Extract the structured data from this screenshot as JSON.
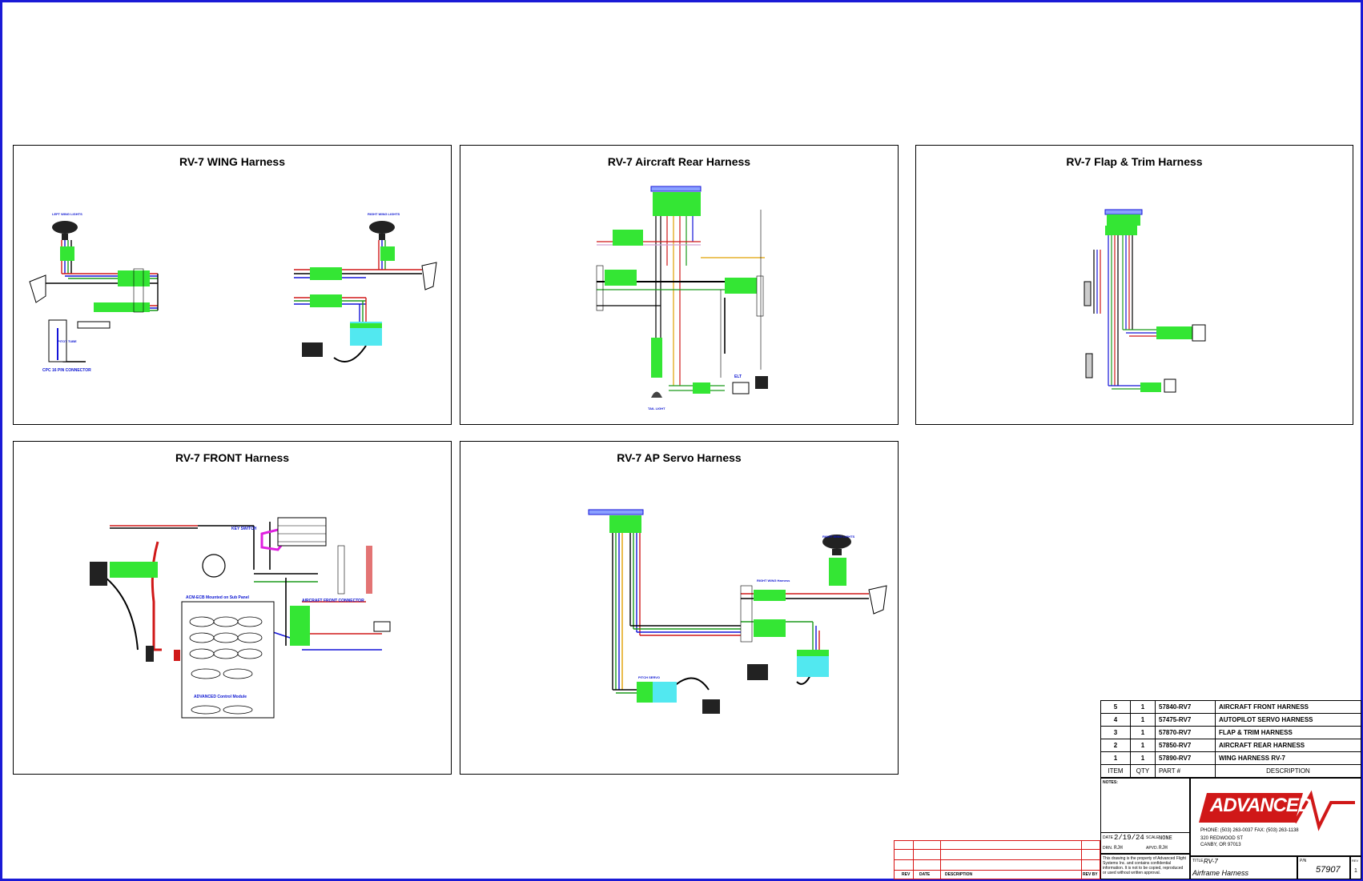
{
  "panels": {
    "wing": {
      "title": "RV-7 WING Harness",
      "labels": {
        "left_lights": "LEFT WING LIGHTS",
        "right_lights": "RIGHT WING LIGHTS",
        "pitot": "PITOT TUBE",
        "cpc": "CPC 16 PIN CONNECTOR"
      }
    },
    "rear": {
      "title": "RV-7 Aircraft Rear Harness",
      "labels": {
        "tail_light": "TAIL LIGHT",
        "elt": "ELT"
      }
    },
    "flap": {
      "title": "RV-7 Flap & Trim Harness"
    },
    "front": {
      "title": "RV-7 FRONT Harness",
      "labels": {
        "key_switch": "KEY SWITCH",
        "acm": "ACM-ECB Mounted on Sub Panel",
        "connector": "AIRCRAFT FRONT CONNECTOR",
        "module": "ADVANCED Control Module"
      }
    },
    "servo": {
      "title": "RV-7 AP Servo Harness",
      "labels": {
        "right_lights": "RIGHT WING LIGHTS",
        "right_wing": "RIGHT WING Harness",
        "pitch_servo": "PITCH SERVO"
      }
    }
  },
  "parts_list": {
    "rows": [
      {
        "item": "5",
        "qty": "1",
        "part": "57840-RV7",
        "desc": "AIRCRAFT FRONT HARNESS"
      },
      {
        "item": "4",
        "qty": "1",
        "part": "57475-RV7",
        "desc": "AUTOPILOT SERVO HARNESS"
      },
      {
        "item": "3",
        "qty": "1",
        "part": "57870-RV7",
        "desc": "FLAP & TRIM HARNESS"
      },
      {
        "item": "2",
        "qty": "1",
        "part": "57850-RV7",
        "desc": "AIRCRAFT REAR HARNESS"
      },
      {
        "item": "1",
        "qty": "1",
        "part": "57890-RV7",
        "desc": "WING HARNESS RV-7"
      }
    ],
    "headers": {
      "item": "ITEM",
      "qty": "QTY",
      "part": "PART #",
      "desc": "DESCRIPTION"
    }
  },
  "title_block": {
    "notes_label": "NOTES:",
    "logo": "ADVANCED",
    "phone": "PHONE: (503) 263-0037  FAX: (503) 263-1138",
    "address1": "320 REDWOOD ST",
    "address2": "CANBY, OR 97013",
    "date_label": "DATE",
    "date": "2/19/24",
    "scale_label": "SCALE",
    "scale": "NONE",
    "drn_label": "DRN.",
    "drn": "RJH",
    "apvd_label": "APVD.",
    "apvd": "RJH",
    "property_note": "This drawing is the property of Advanced Flight Systems Inc. and contains confidential information. It is not to be copied, reproduced or used without written approval.",
    "title_label": "TITLE",
    "title_line1": "RV-7",
    "title_line2": "Airframe  Harness",
    "pn_label": "P/N",
    "pn": "57907",
    "rev_label": "REV",
    "rev": "1"
  },
  "revision_block": {
    "rev": "REV",
    "date": "DATE",
    "description": "DESCRIPTION",
    "rev_by": "REV BY"
  }
}
